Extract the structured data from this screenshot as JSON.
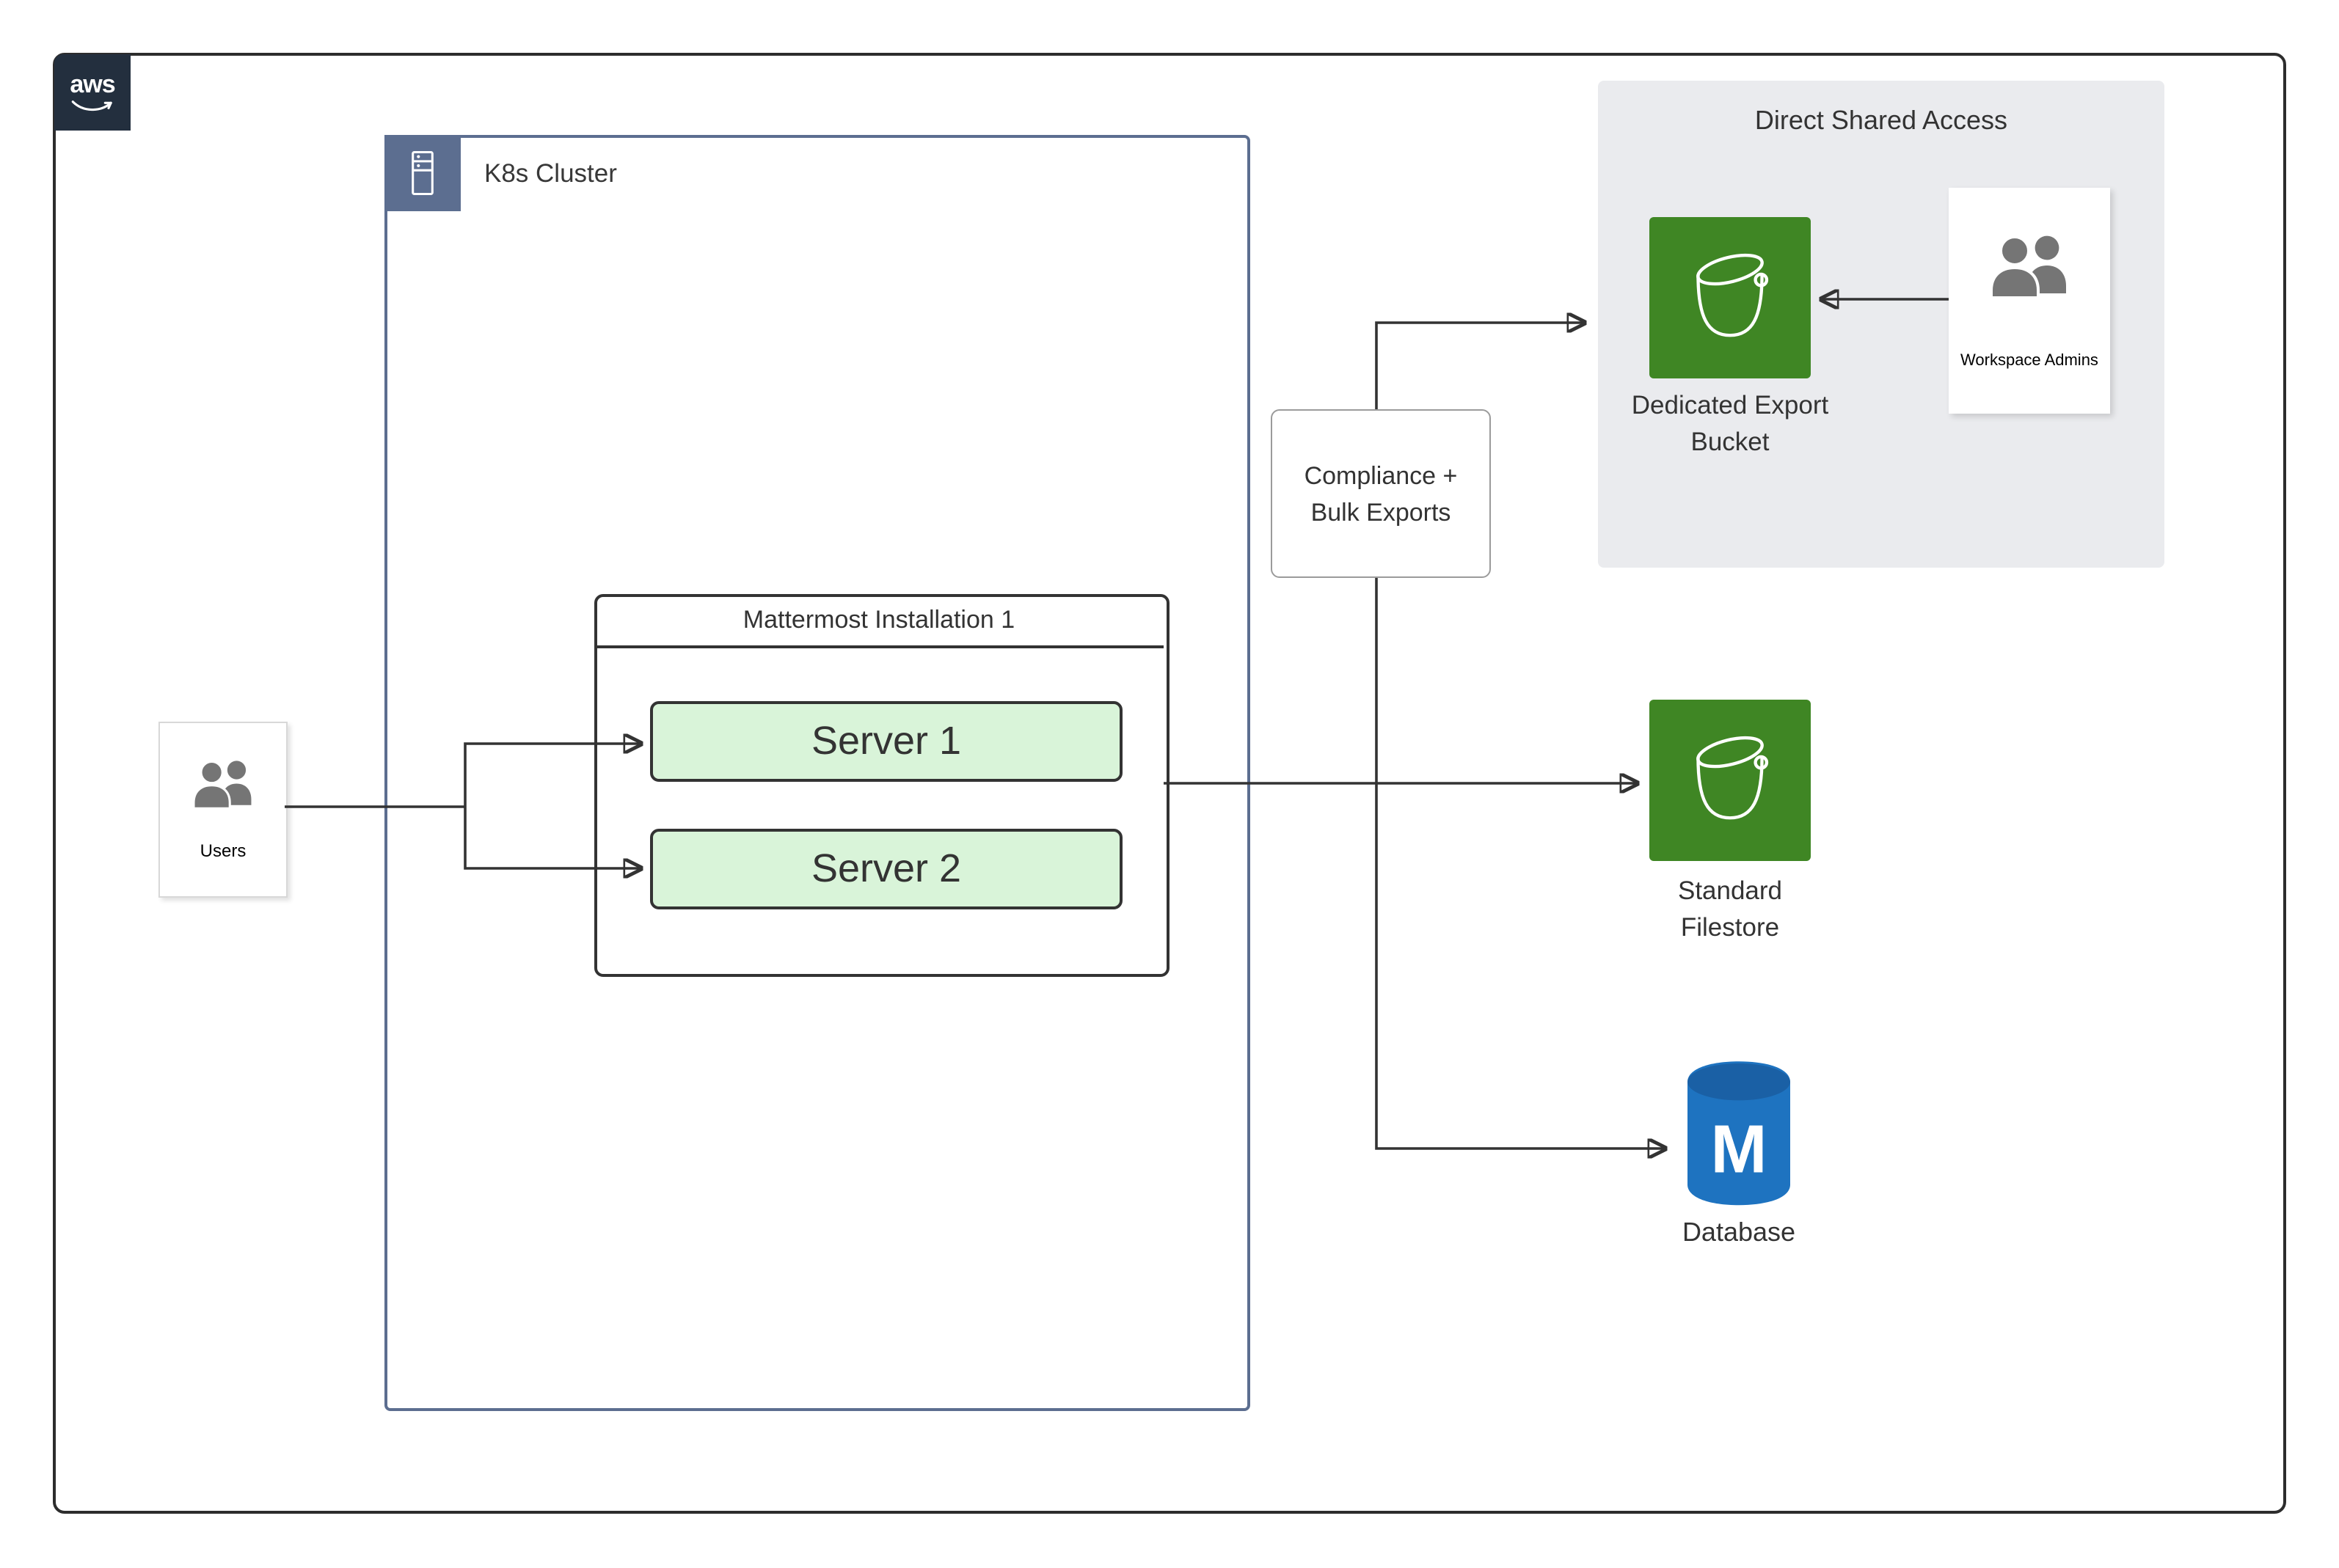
{
  "aws_logo": {
    "text": "aws"
  },
  "k8s_cluster": {
    "label": "K8s Cluster"
  },
  "mattermost": {
    "title": "Mattermost Installation 1",
    "servers": [
      {
        "label": "Server 1"
      },
      {
        "label": "Server 2"
      }
    ]
  },
  "users": {
    "label": "Users"
  },
  "compliance_box": {
    "line1": "Compliance +",
    "line2": "Bulk Exports"
  },
  "direct_shared_access": {
    "title": "Direct Shared Access",
    "dedicated_export_bucket": {
      "line1": "Dedicated Export",
      "line2": "Bucket"
    },
    "workspace_admins": {
      "label": "Workspace Admins"
    }
  },
  "standard_filestore": {
    "line1": "Standard",
    "line2": "Filestore"
  },
  "database": {
    "label": "Database",
    "letter": "M"
  },
  "colors": {
    "connector": "#333333",
    "k8s_border": "#5c6e90",
    "server_fill": "#d9f4d9",
    "bucket_green": "#3f8624",
    "database_blue_body": "#1e73c0",
    "database_blue_top": "#1a60a5",
    "region_gray": "#eaebee",
    "aws_navy": "#232f3e",
    "icon_gray": "#757575"
  }
}
